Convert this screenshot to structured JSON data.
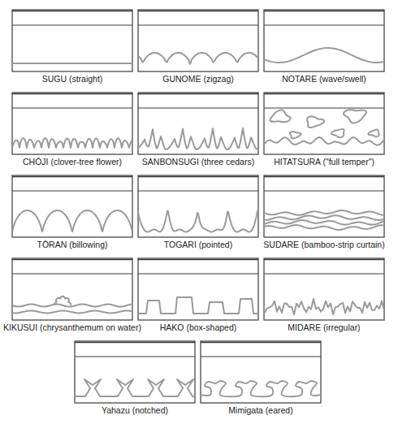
{
  "diagram": {
    "labels": [
      "SUGU (straight)",
      "GUNOME (zigzag)",
      "NOTARE (wave/swell)",
      "CHŌJI (clover-tree flower)",
      "SANBONSUGI (three cedars)",
      "HITATSURA (\"full temper\")",
      "TŌRAN (billowing)",
      "TOGARI (pointed)",
      "SUDARE (bamboo-strip curtain)",
      "KIKUSUI (chrysanthemum on water)",
      "HAKO (box-shaped)",
      "MIDARE (irregular)",
      "Yahazu (notched)",
      "Mimigata (eared)"
    ]
  }
}
